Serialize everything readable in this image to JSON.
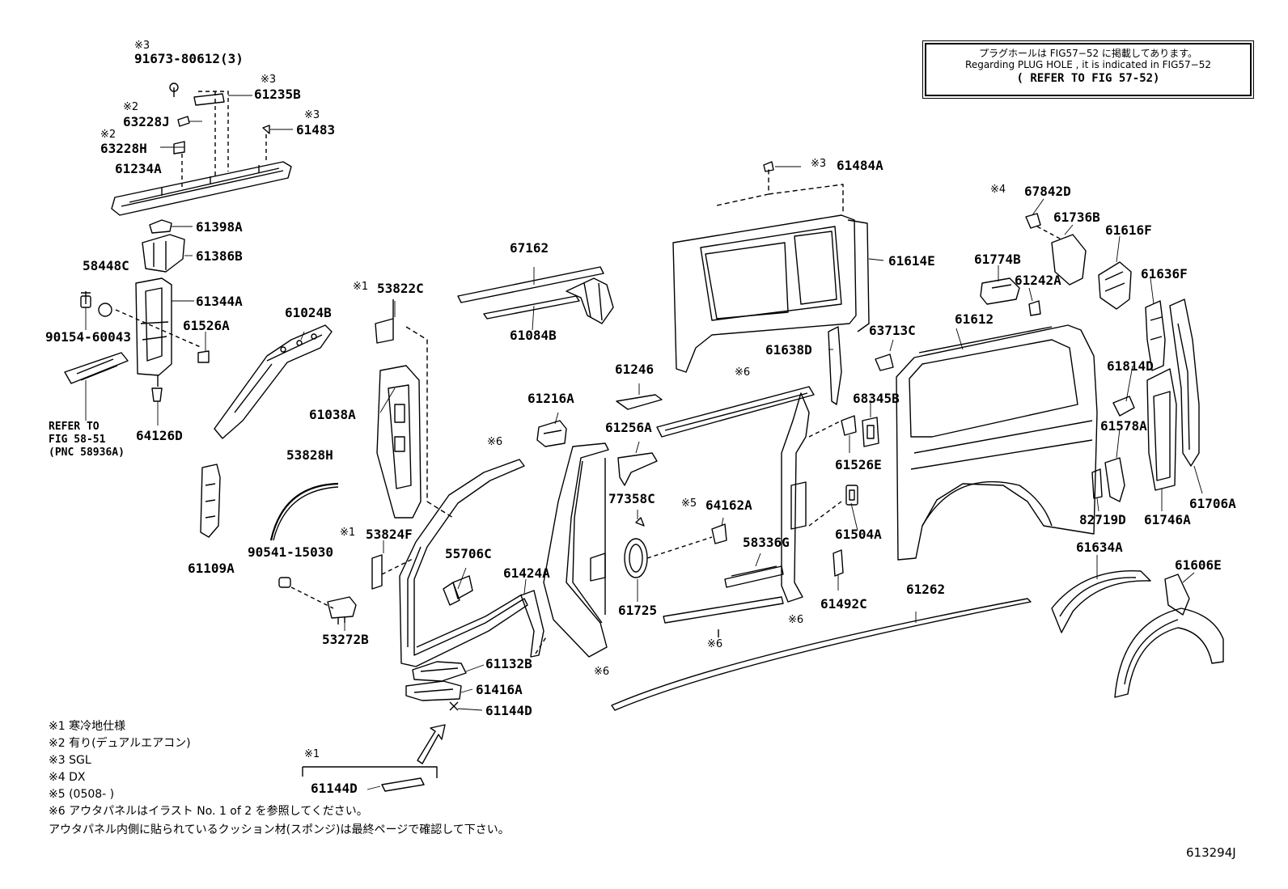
{
  "note_box": {
    "line1": "プラグホールは FIG57−52 に掲載してあります。",
    "line2": "Regarding PLUG HOLE , it is indicated in FIG57−52",
    "line3": "( REFER TO FIG 57-52)"
  },
  "parts": {
    "p91673": "91673-80612(3)",
    "p61235B": "61235B",
    "p63228J": "63228J",
    "p61483": "61483",
    "p63228H": "63228H",
    "p61234A": "61234A",
    "p61398A": "61398A",
    "p61386B": "61386B",
    "p58448C": "58448C",
    "p61344A": "61344A",
    "p90154": "90154-60043",
    "p61526A": "61526A",
    "p64126D": "64126D",
    "p61024B": "61024B",
    "p53822C": "53822C",
    "p61038A": "61038A",
    "p53828H": "53828H",
    "p61109A": "61109A",
    "p90541": "90541-15030",
    "p53824F": "53824F",
    "p53272B": "53272B",
    "p55706C": "55706C",
    "p61132B": "61132B",
    "p61416A": "61416A",
    "p61144D": "61144D",
    "p61144D_b": "61144D",
    "p67162": "67162",
    "p61084B": "61084B",
    "p61216A": "61216A",
    "p61424A": "61424A",
    "p61246": "61246",
    "p61256A": "61256A",
    "p77358C": "77358C",
    "p61725": "61725",
    "p64162A": "64162A",
    "p58336G": "58336G",
    "p61484A": "61484A",
    "p61614E": "61614E",
    "p61638D": "61638D",
    "p63713C": "63713C",
    "p61612": "61612",
    "p68345B": "68345B",
    "p61526E": "61526E",
    "p61504A": "61504A",
    "p61492C": "61492C",
    "p61262": "61262",
    "p67842D": "67842D",
    "p61736B": "61736B",
    "p61616F": "61616F",
    "p61774B": "61774B",
    "p61242A": "61242A",
    "p61636F": "61636F",
    "p61814D": "61814D",
    "p61578A": "61578A",
    "p82719D": "82719D",
    "p61746A": "61746A",
    "p61706A": "61706A",
    "p61634A": "61634A",
    "p61606E": "61606E"
  },
  "marks": {
    "m1": "※1",
    "m2": "※2",
    "m3": "※3",
    "m4": "※4",
    "m5": "※5",
    "m6": "※6"
  },
  "refer_note": "REFER TO\nFIG 58-51\n(PNC 58936A)",
  "footnotes": {
    "f1": "※1 寒冷地仕様",
    "f2": "※2 有り(デュアルエアコン)",
    "f3": "※3 SGL",
    "f4": "※4 DX",
    "f5": "※5 (0508-        )",
    "f6": "※6 アウタパネルはイラスト No. 1 of 2 を参照してください。",
    "f7": "アウタパネル内側に貼られているクッション材(スポンジ)は最終ページで確認して下さい。"
  },
  "figure_id": "613294J"
}
